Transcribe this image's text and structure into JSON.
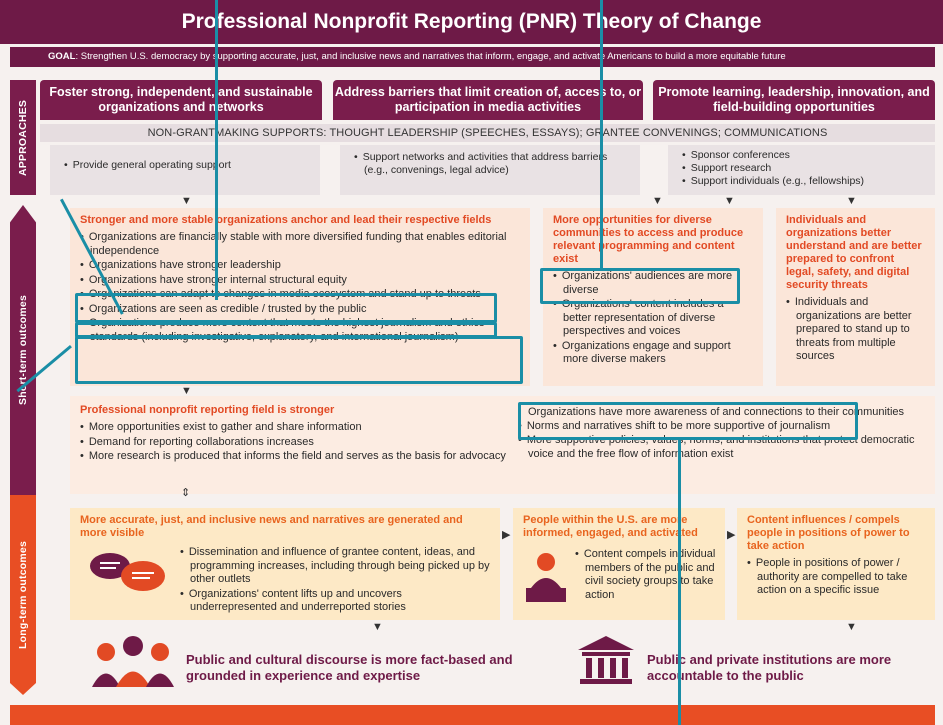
{
  "header": {
    "title": "Professional Nonprofit Reporting (PNR) Theory of Change",
    "goal_label": "GOAL",
    "goal_text": ": Strengthen U.S. democracy by supporting accurate, just, and inclusive news and narratives that inform, engage, and activate Americans to build a more equitable future"
  },
  "side": {
    "approaches": "APPROACHES",
    "short_term": "Short-term outcomes",
    "long_term": "Long-term outcomes"
  },
  "approaches": [
    {
      "label": "Foster strong, independent, and sustainable organizations and networks"
    },
    {
      "label": "Address barriers that limit creation of, access to, or participation in media activities"
    },
    {
      "label": "Promote learning, leadership, innovation, and field-building opportunities"
    }
  ],
  "non_grantmaking": "NON-GRANTMAKING SUPPORTS: THOUGHT LEADERSHIP (SPEECHES, ESSAYS); GRANTEE CONVENINGS; COMMUNICATIONS",
  "supports": [
    {
      "items": [
        "Provide general operating support"
      ]
    },
    {
      "items": [
        "Support networks and activities that address barriers (e.g., convenings, legal advice)"
      ]
    },
    {
      "items": [
        "Sponsor conferences",
        "Support research",
        "Support individuals (e.g., fellowships)"
      ]
    }
  ],
  "short_term": {
    "orgs": {
      "title": "Stronger and more stable organizations anchor and lead their respective fields",
      "items": [
        "Organizations are financially stable with more diversified funding that enables editorial independence",
        "Organizations have stronger leadership",
        "Organizations have stronger internal structural equity",
        "Organizations can adapt to changes in media ecosystem and stand up to threats",
        "Organizations are seen as credible / trusted by the public",
        "Organizations produce more content that meets the highest journalism and ethics standards (including investigative, explanatory, and international journalism)"
      ]
    },
    "diverse": {
      "title": "More opportunities for diverse communities to access and produce relevant programming and content exist",
      "items": [
        "Organizations' audiences are more diverse",
        "Organizations' content includes a better representation of diverse perspectives and voices",
        "Organizations engage and support more diverse makers"
      ]
    },
    "individuals": {
      "title": "Individuals and organizations better understand and are better prepared to confront legal, safety, and digital security threats",
      "items": [
        "Individuals and organizations are better prepared to stand up to threats from multiple sources"
      ]
    },
    "field": {
      "title": "Professional nonprofit reporting field is stronger",
      "items": [
        "More opportunities exist to gather and share information",
        "Demand for reporting collaborations increases",
        "More research is produced that informs the field and serves as the basis for advocacy"
      ]
    },
    "field_right": {
      "items": [
        "Organizations have more awareness of and connections to their communities",
        "Norms and narratives shift to be more supportive of journalism",
        "More supportive policies, values, norms, and institutions that protect democratic voice and the free flow of information exist"
      ]
    }
  },
  "long_term": {
    "news": {
      "title": "More accurate, just, and inclusive news and narratives are generated and more visible",
      "items": [
        "Dissemination and influence of grantee content, ideas, and programming increases, including through being picked up by other outlets",
        "Organizations' content lifts up and uncovers underrepresented and underreported stories"
      ]
    },
    "people": {
      "title": "People within the U.S. are more informed, engaged, and activated",
      "items": [
        "Content compels individual members of the public and civil society groups to take action"
      ]
    },
    "content": {
      "title": "Content influences / compels people in positions of power to take action",
      "items": [
        "People in positions of power / authority are compelled to take action on a specific issue"
      ]
    },
    "public_discourse": "Public and cultural discourse is more fact-based and grounded in experience and expertise",
    "institutions": "Public and private institutions are more accountable to the public"
  },
  "colors": {
    "maroon": "#6e1a47",
    "orange": "#e24a24",
    "highlight": "#1a8ea6"
  }
}
